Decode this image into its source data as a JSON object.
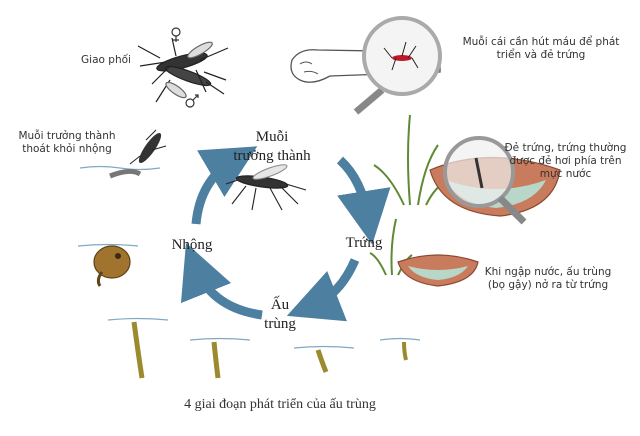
{
  "annotations": {
    "mating": "Giao phối",
    "blood_meal": "Muỗi cái cần hút máu để phát triển và đẻ trứng",
    "adult_emerge": "Muỗi trưởng thành thoát khỏi nhộng",
    "egg_laying": "Đẻ trứng, trứng thường được đẻ hơi phía trên mực nước",
    "larva_hatch": "Khi ngập nước, ấu trùng (bọ gậy) nở ra từ trứng"
  },
  "cycle": {
    "adult_line1": "Muỗi",
    "adult_line2": "trưởng thành",
    "egg": "Trứng",
    "larva_line1": "Ấu",
    "larva_line2": "trùng",
    "pupa": "Nhộng"
  },
  "caption": "4 giai đoạn phát triển của ấu trùng",
  "colors": {
    "arrow": "#4d7fa0",
    "water": "#7fa9c4",
    "larva": "#9b8a2e",
    "dish": "#c97c5d",
    "dish_water": "#b9d7c9",
    "grass": "#5f8a35"
  },
  "icons": [
    "male-symbol-icon",
    "female-symbol-icon",
    "magnifier-icon"
  ]
}
